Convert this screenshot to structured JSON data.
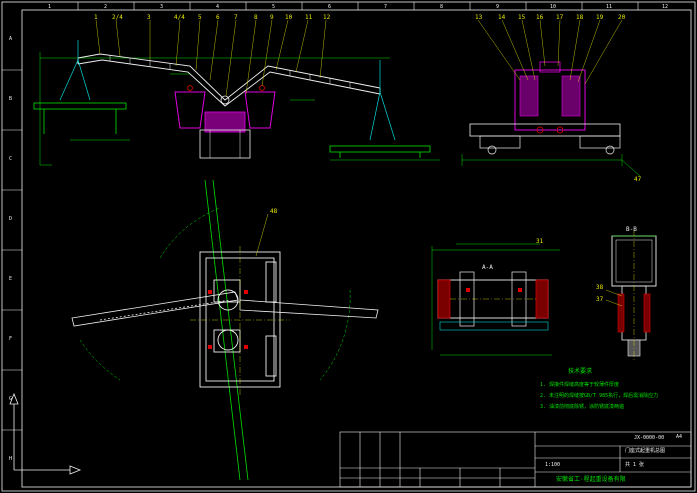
{
  "colors": {
    "background": "#000000",
    "border": "#f0f0f0",
    "steel": "#f0f0f0",
    "dimension": "#00e000",
    "annotation": "#e8e800",
    "hidden": "#e000e0",
    "pin": "#e00000",
    "axis": "#00d8d8"
  },
  "frame": {
    "col_numbers": [
      "1",
      "2",
      "3",
      "4",
      "5",
      "6",
      "7",
      "8",
      "9",
      "10",
      "11",
      "12"
    ],
    "row_letters": [
      "A",
      "B",
      "C",
      "D",
      "E",
      "F",
      "G",
      "H"
    ]
  },
  "views": {
    "front_labels": [
      "1",
      "2/4",
      "3",
      "4/4",
      "5",
      "6",
      "7",
      "8",
      "9",
      "10",
      "11",
      "12"
    ],
    "side_labels": [
      "13",
      "14",
      "15",
      "16",
      "17",
      "18",
      "19",
      "20"
    ],
    "section_a": "A-A",
    "section_b": "B-B",
    "callout_48": "48",
    "callout_47": "47",
    "callout_38": "38",
    "callout_37": "37",
    "callout_31": "31"
  },
  "notes": {
    "title": "技术要求",
    "lines": [
      "1. 焊接件焊缝高度等于较薄件厚度",
      "2. 未注明的焊缝按GB/T 985执行，焊后需消除应力",
      "3. 油漆前彻底除锈，涂防锈底漆两遍"
    ]
  },
  "title_block": {
    "company": "安徽省工·程起重设备有限",
    "drawing_no": "JX-0000-00",
    "drawing_name": "门座式起重机总图",
    "scale": "1:100",
    "sheet": "共 1 张",
    "scale_label": "A4"
  }
}
